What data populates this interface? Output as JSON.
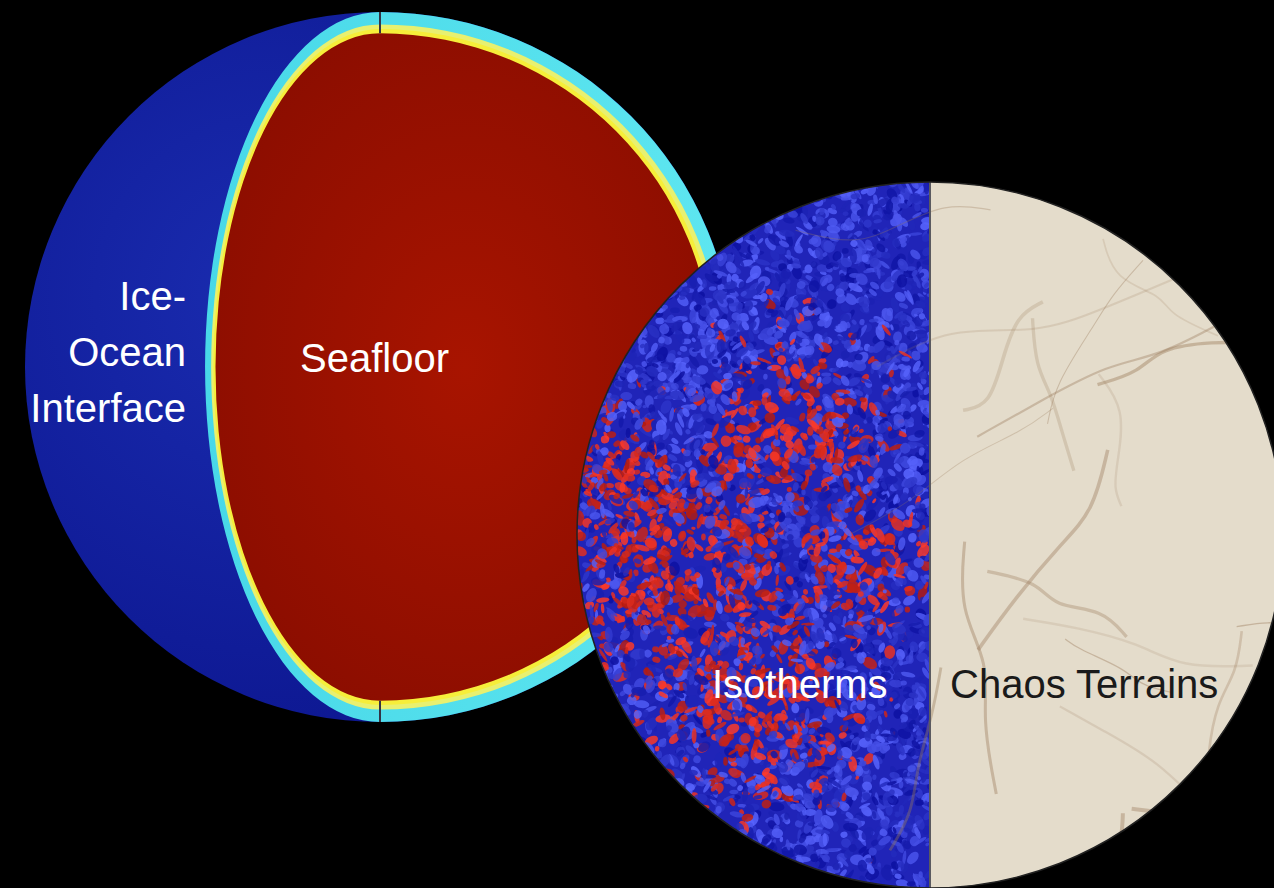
{
  "diagram": {
    "labels": [
      "Ice- Ocean Interface",
      "Seafloor",
      "Isotherms",
      "Chaos Terrains"
    ]
  }
}
